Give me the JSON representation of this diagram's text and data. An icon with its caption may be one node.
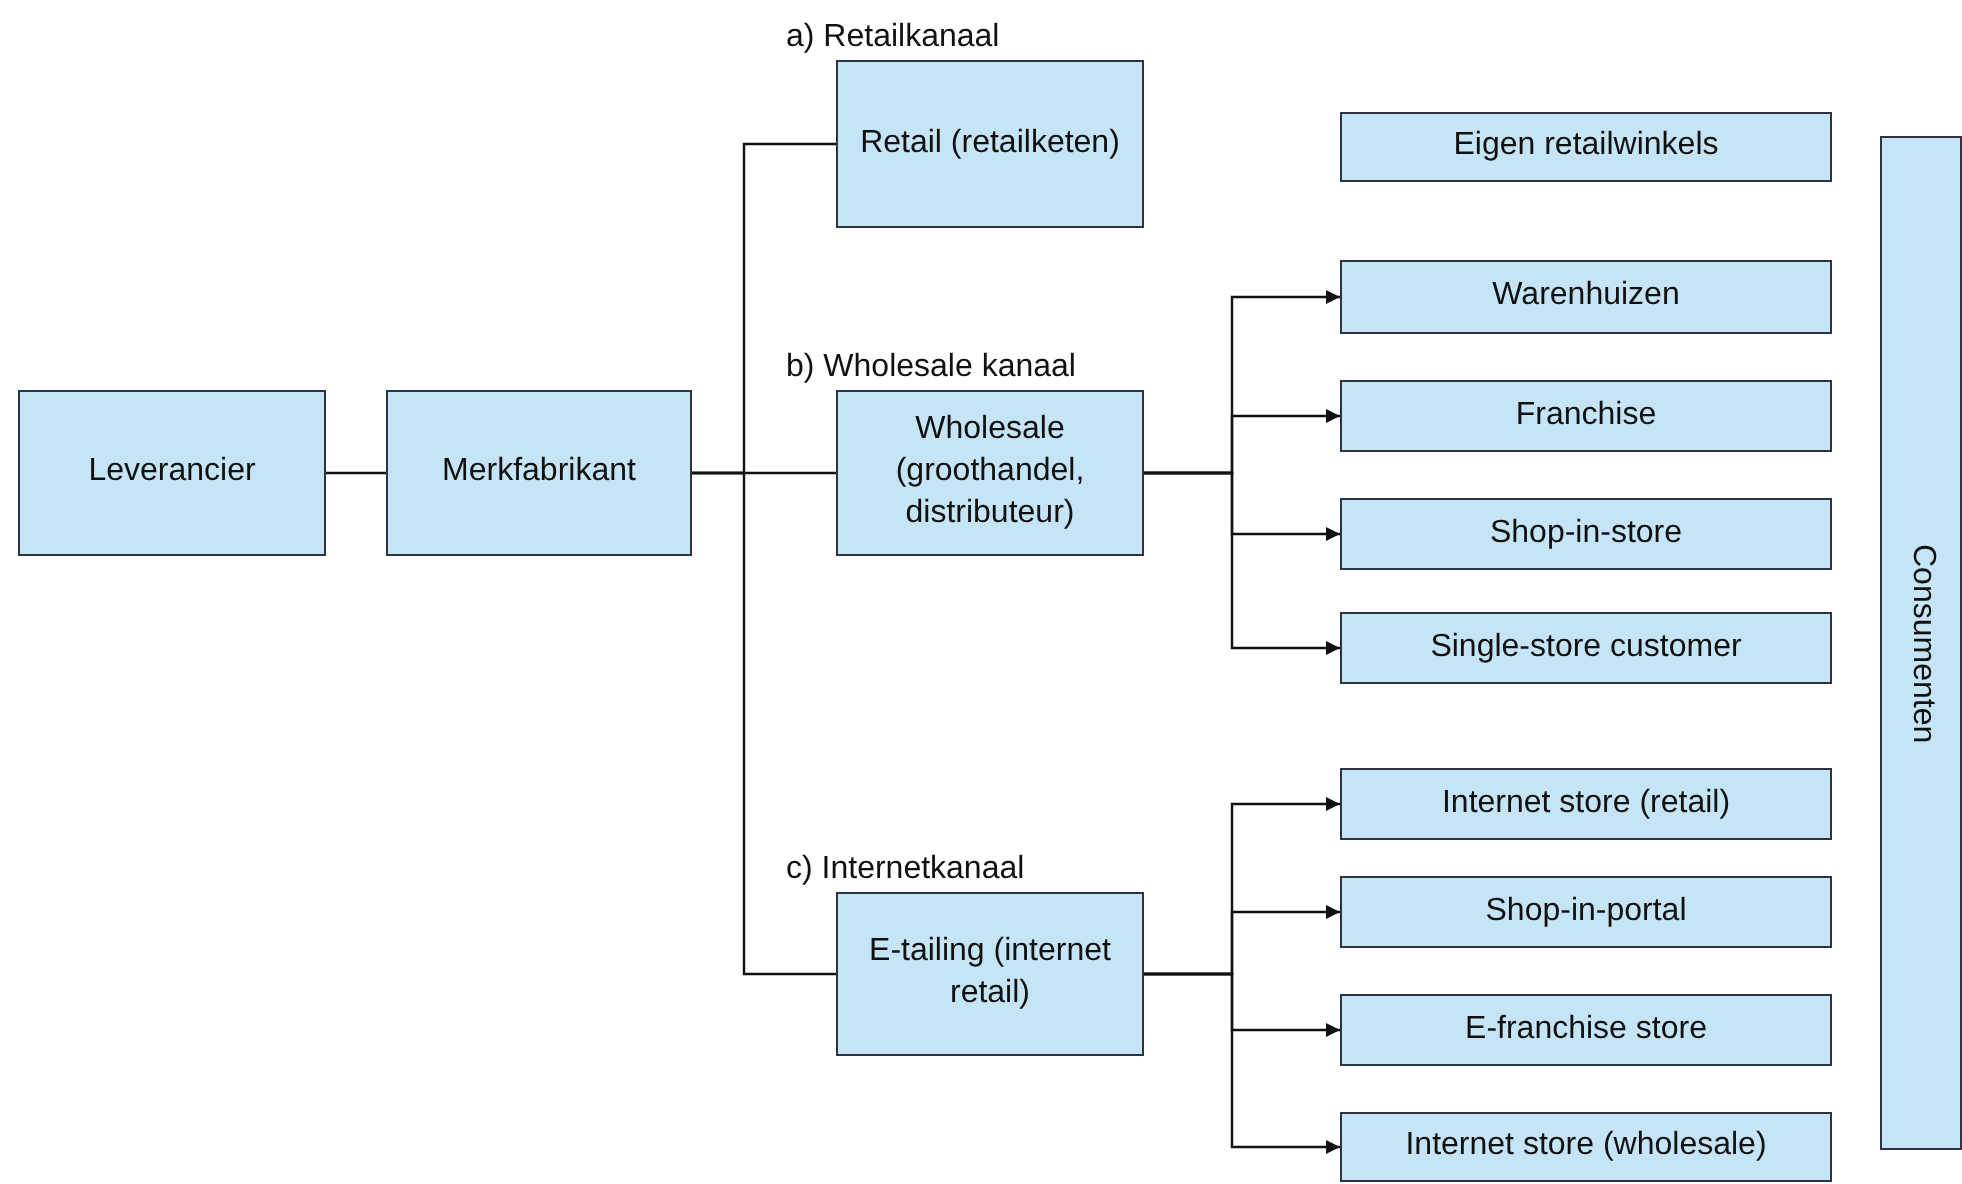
{
  "diagram": {
    "nodes": [
      {
        "text": [
          "Leverancier"
        ]
      },
      {
        "text": [
          "Merkfabrikant"
        ]
      },
      {
        "text": [
          "a) Retailkanaal",
          "Retail (retailketen)"
        ]
      },
      {
        "text": [
          "b) Wholesale kanaal",
          "Wholesale (groothandel, distributeur)"
        ]
      },
      {
        "text": [
          "c) Internetkanaal",
          "E-tailing (internet retail)"
        ]
      },
      {
        "text": [
          "Eigen retailwinkels"
        ]
      },
      {
        "text": [
          "Warenhuizen"
        ]
      },
      {
        "text": [
          "Franchise"
        ]
      },
      {
        "text": [
          "Shop-in-store"
        ]
      },
      {
        "text": [
          "Single-store customer"
        ]
      },
      {
        "text": [
          "Internet store (retail)"
        ]
      },
      {
        "text": [
          "Shop-in-portal"
        ]
      },
      {
        "text": [
          "E-franchise store"
        ]
      },
      {
        "text": [
          "Internet store (wholesale)"
        ]
      },
      {
        "text": [
          "Consumenten"
        ]
      }
    ],
    "edges": [
      {
        "from": 0,
        "to": 1,
        "arrow": "none"
      },
      {
        "from": 1,
        "to": 2,
        "arrow": "none"
      },
      {
        "from": 1,
        "to": 3,
        "arrow": "none"
      },
      {
        "from": 1,
        "to": 4,
        "arrow": "none"
      },
      {
        "from": 3,
        "to": 6,
        "arrow": "to"
      },
      {
        "from": 3,
        "to": 7,
        "arrow": "to"
      },
      {
        "from": 3,
        "to": 8,
        "arrow": "to"
      },
      {
        "from": 3,
        "to": 9,
        "arrow": "to"
      },
      {
        "from": 4,
        "to": 10,
        "arrow": "to"
      },
      {
        "from": 4,
        "to": 11,
        "arrow": "to"
      },
      {
        "from": 4,
        "to": 12,
        "arrow": "to"
      },
      {
        "from": 4,
        "to": 13,
        "arrow": "to"
      }
    ]
  }
}
